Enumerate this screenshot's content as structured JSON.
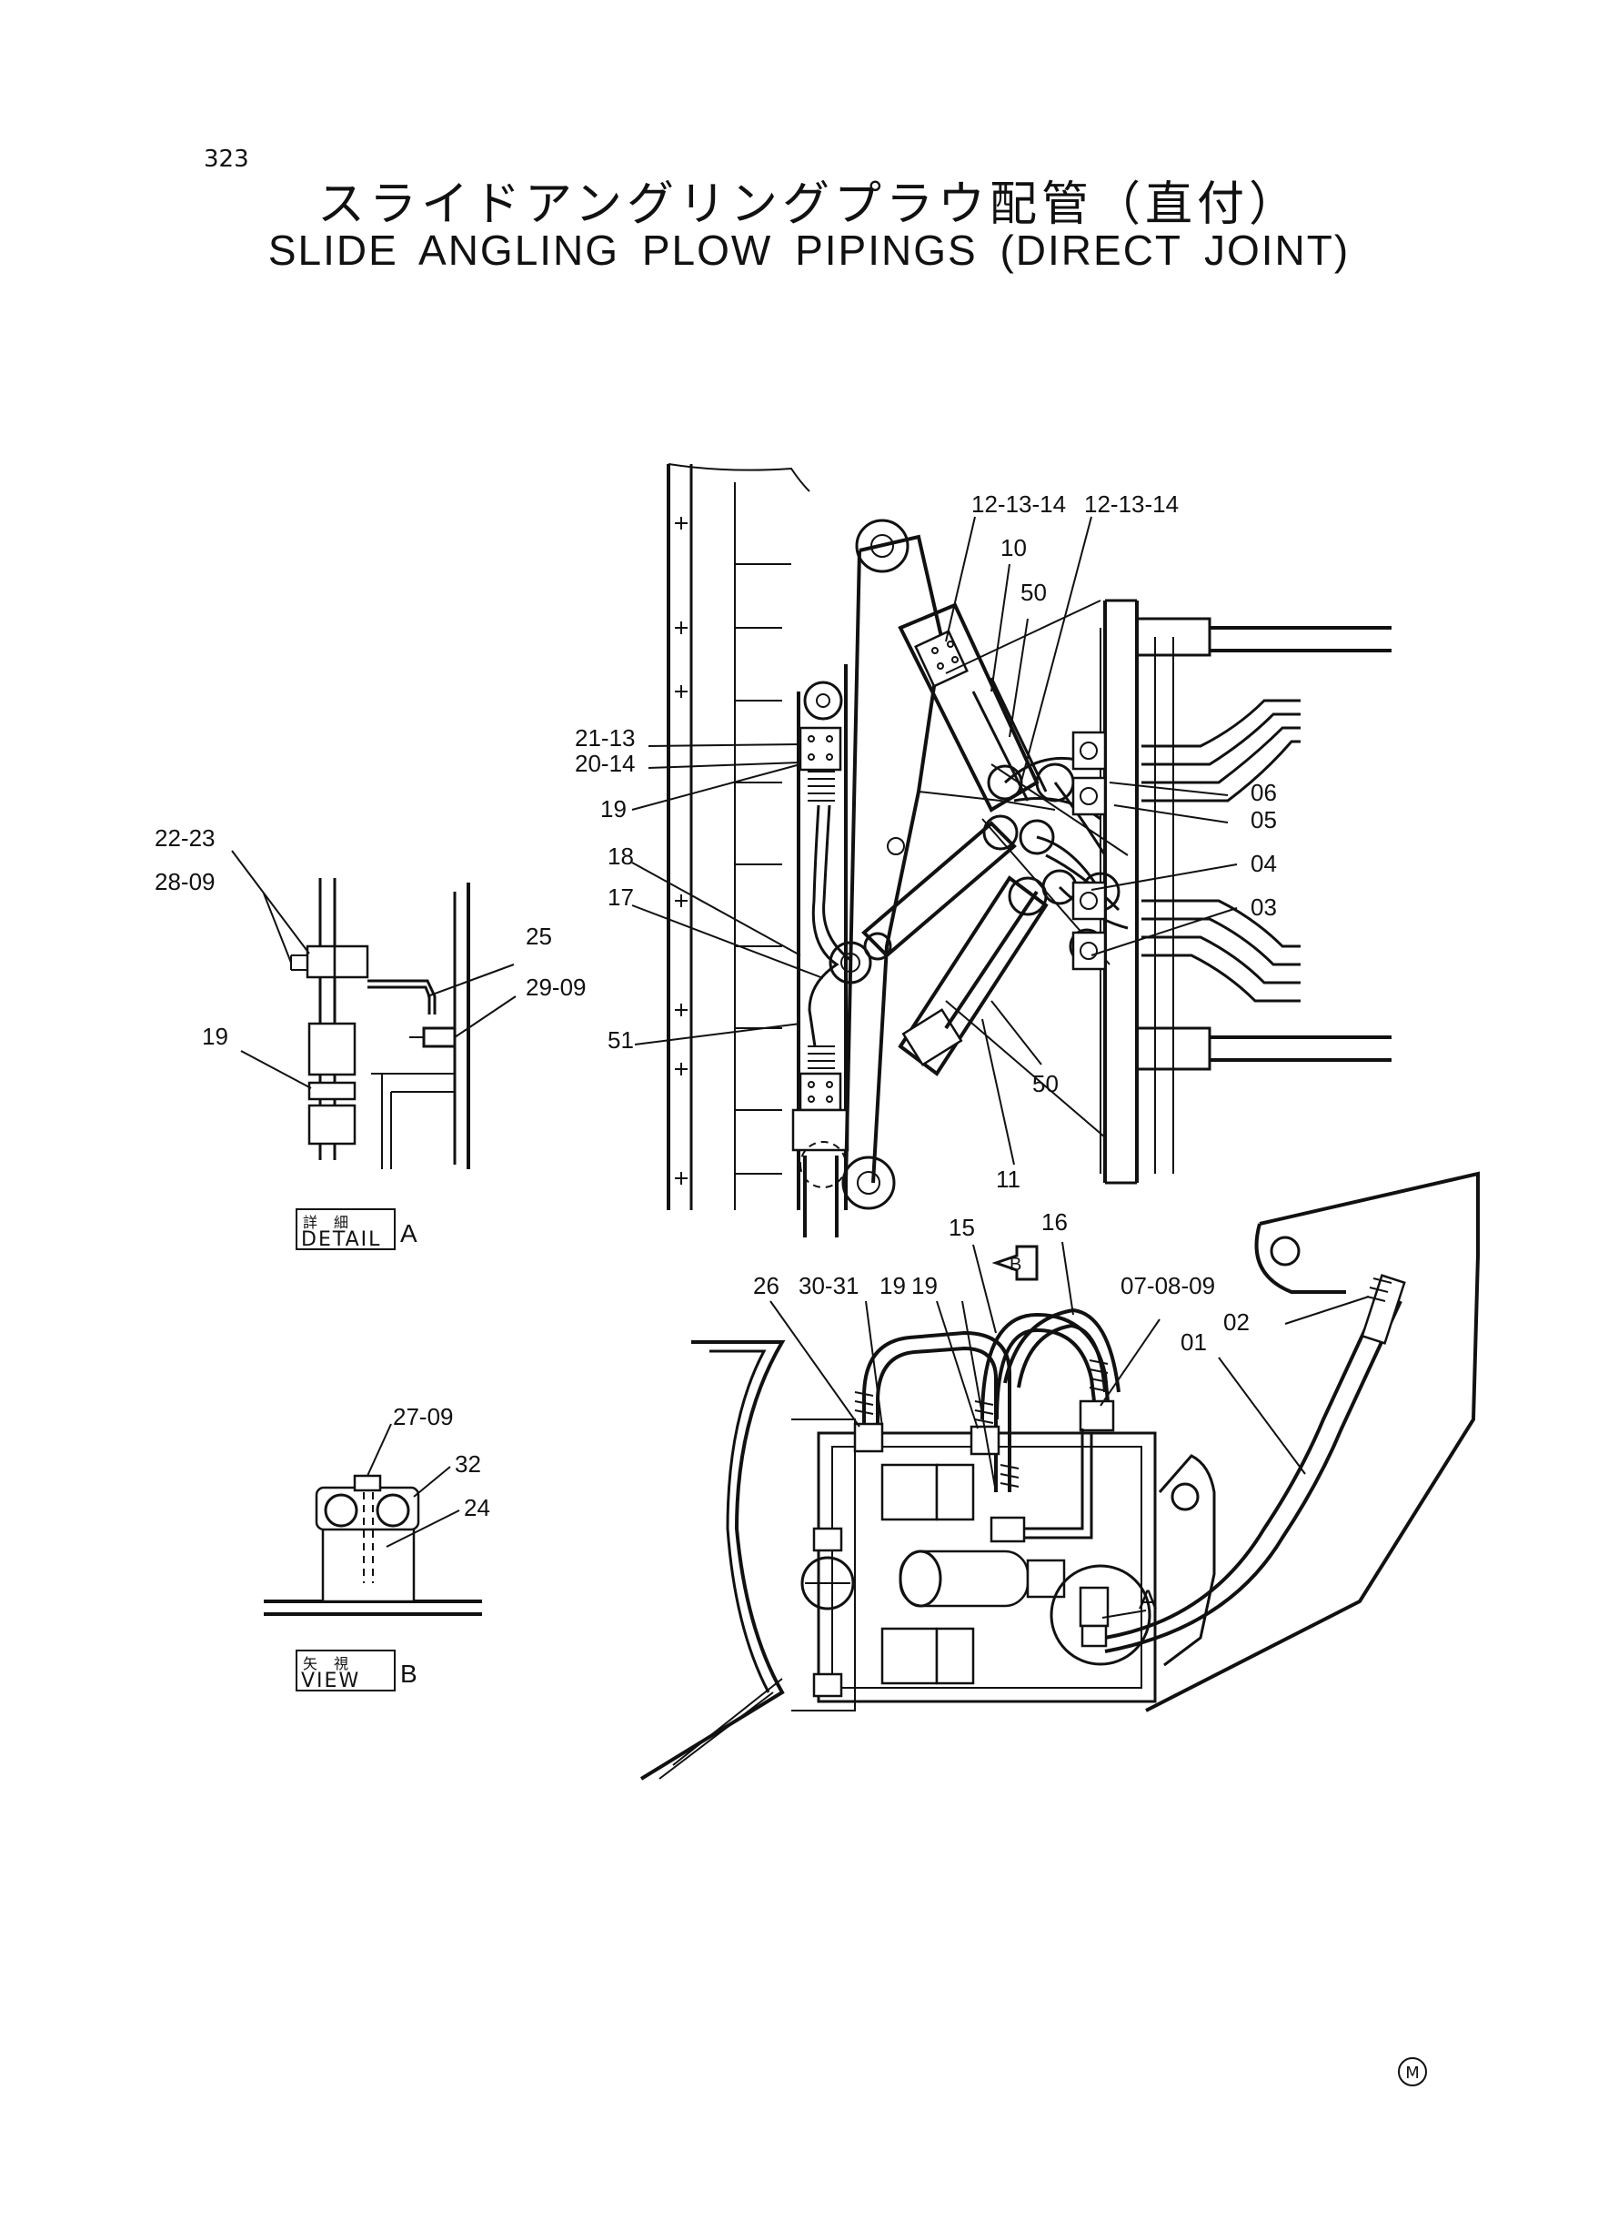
{
  "page": {
    "number": "323",
    "title_jp": "スライドアングリングプラウ配管（直付）",
    "title_en": "SLIDE ANGLING PLOW PIPINGS (DIRECT JOINT)",
    "footer_mark": "M"
  },
  "labels": {
    "upper": [
      "12-13-14",
      "12-13-14",
      "10",
      "50",
      "21-13",
      "20-14",
      "19",
      "18",
      "17",
      "51",
      "06",
      "05",
      "04",
      "03",
      "50",
      "11"
    ],
    "lower": [
      "15",
      "16",
      "26",
      "30-31",
      "19",
      "19",
      "07-08-09",
      "02",
      "01",
      "A"
    ],
    "view_arrow": "B",
    "detail_a": [
      "22-23",
      "28-09",
      "25",
      "29-09",
      "19"
    ],
    "view_b": [
      "27-09",
      "32",
      "24"
    ]
  },
  "captions": {
    "detail_a_jp": "詳細",
    "detail_a_en": "DETAIL",
    "detail_a_tag": "A",
    "view_b_jp": "矢視",
    "view_b_en": "VIEW",
    "view_b_tag": "B"
  }
}
